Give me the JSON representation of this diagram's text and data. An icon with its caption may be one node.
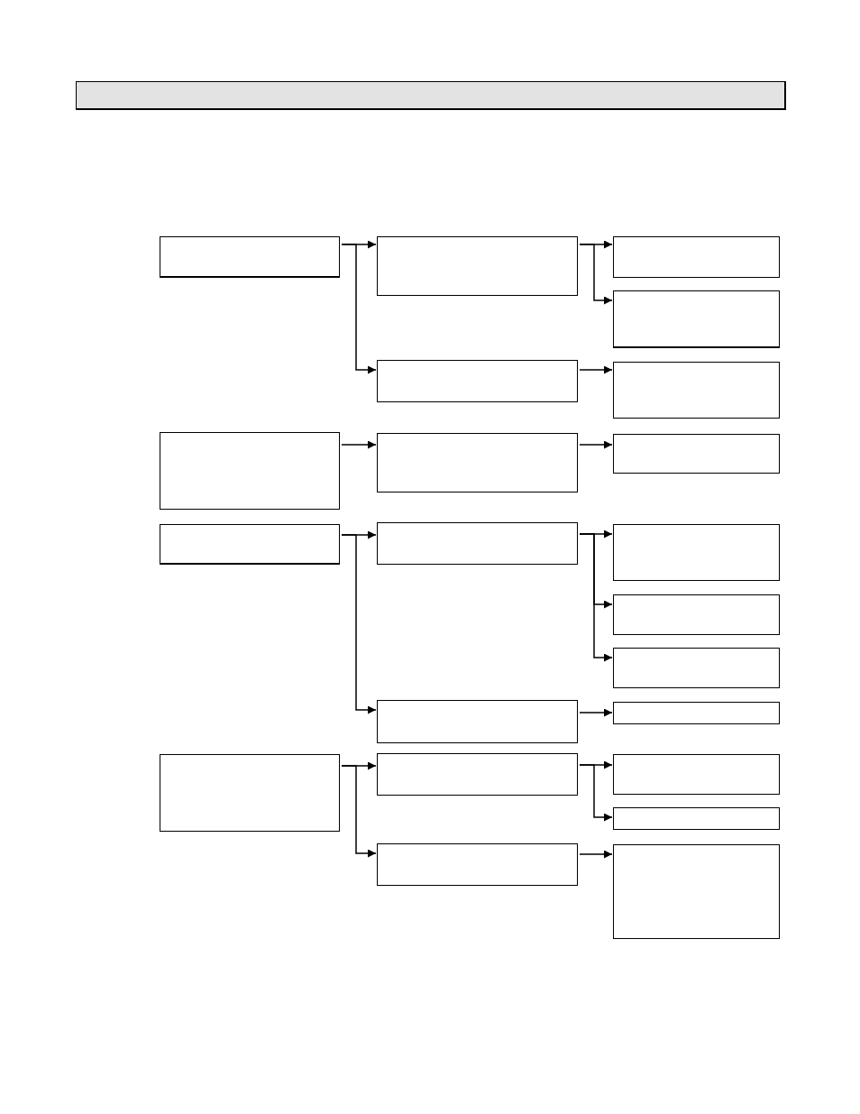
{
  "diagram": {
    "nodes": [
      {
        "text": [],
        "shape": "bar"
      },
      {
        "text": [],
        "shape": "box"
      },
      {
        "text": [],
        "shape": "box"
      },
      {
        "text": [],
        "shape": "box"
      },
      {
        "text": [],
        "shape": "box"
      },
      {
        "text": [],
        "shape": "box"
      },
      {
        "text": [],
        "shape": "box"
      },
      {
        "text": [],
        "shape": "box"
      },
      {
        "text": [],
        "shape": "box"
      },
      {
        "text": [],
        "shape": "box"
      },
      {
        "text": [],
        "shape": "box"
      },
      {
        "text": [],
        "shape": "box"
      },
      {
        "text": [],
        "shape": "box"
      },
      {
        "text": [],
        "shape": "box"
      },
      {
        "text": [],
        "shape": "box"
      },
      {
        "text": [],
        "shape": "box"
      },
      {
        "text": [],
        "shape": "box"
      },
      {
        "text": [],
        "shape": "box"
      },
      {
        "text": [],
        "shape": "box"
      },
      {
        "text": [],
        "shape": "box"
      },
      {
        "text": [],
        "shape": "box"
      },
      {
        "text": [],
        "shape": "box"
      },
      {
        "text": [],
        "shape": "box"
      }
    ],
    "edges": [
      {
        "from": 1,
        "to": 2,
        "arrow": "to"
      },
      {
        "from": 1,
        "to": 5,
        "arrow": "to"
      },
      {
        "from": 2,
        "to": 3,
        "arrow": "to"
      },
      {
        "from": 2,
        "to": 4,
        "arrow": "to"
      },
      {
        "from": 5,
        "to": 6,
        "arrow": "to"
      },
      {
        "from": 7,
        "to": 8,
        "arrow": "to"
      },
      {
        "from": 8,
        "to": 9,
        "arrow": "to"
      },
      {
        "from": 10,
        "to": 11,
        "arrow": "to"
      },
      {
        "from": 10,
        "to": 15,
        "arrow": "to"
      },
      {
        "from": 11,
        "to": 12,
        "arrow": "to"
      },
      {
        "from": 11,
        "to": 13,
        "arrow": "to"
      },
      {
        "from": 11,
        "to": 14,
        "arrow": "to"
      },
      {
        "from": 15,
        "to": 16,
        "arrow": "to"
      },
      {
        "from": 17,
        "to": 18,
        "arrow": "to"
      },
      {
        "from": 17,
        "to": 21,
        "arrow": "to"
      },
      {
        "from": 18,
        "to": 19,
        "arrow": "to"
      },
      {
        "from": 18,
        "to": 20,
        "arrow": "to"
      },
      {
        "from": 21,
        "to": 22,
        "arrow": "to"
      }
    ]
  }
}
